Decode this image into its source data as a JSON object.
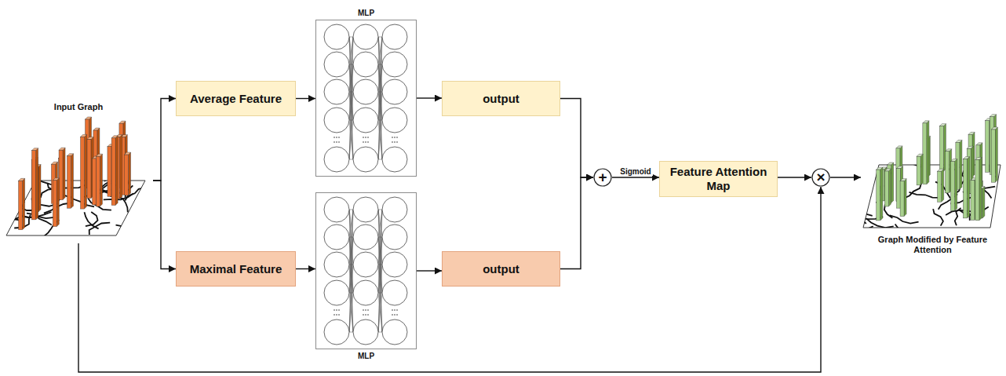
{
  "diagram": {
    "nodes": [
      {
        "text": [
          "Input Graph"
        ]
      },
      {
        "text": [
          "Average Feature"
        ]
      },
      {
        "text": [
          "MLP"
        ]
      },
      {
        "text": [
          "output"
        ]
      },
      {
        "text": [
          "Maximal Feature"
        ]
      },
      {
        "text": [
          "MLP"
        ]
      },
      {
        "text": [
          "output"
        ]
      },
      {
        "text": [
          "+"
        ]
      },
      {
        "text": [
          "Feature Attention Map"
        ]
      },
      {
        "text": [
          "×"
        ]
      },
      {
        "text": [
          "Graph Modified by Feature Attention"
        ]
      }
    ],
    "edges": [
      {
        "from": 0,
        "to": 1,
        "arrow": "to"
      },
      {
        "from": 0,
        "to": 4,
        "arrow": "to"
      },
      {
        "from": 1,
        "to": 2,
        "arrow": "to"
      },
      {
        "from": 2,
        "to": 3,
        "arrow": "to"
      },
      {
        "from": 4,
        "to": 5,
        "arrow": "to"
      },
      {
        "from": 5,
        "to": 6,
        "arrow": "to"
      },
      {
        "from": 3,
        "to": 7,
        "arrow": "to"
      },
      {
        "from": 6,
        "to": 7,
        "arrow": "to"
      },
      {
        "from": 7,
        "to": 8,
        "label": "Sigmoid",
        "arrow": "to"
      },
      {
        "from": 8,
        "to": 9,
        "arrow": "to"
      },
      {
        "from": 9,
        "to": 10,
        "arrow": "to"
      },
      {
        "from": 0,
        "to": 9,
        "arrow": "to"
      }
    ]
  }
}
